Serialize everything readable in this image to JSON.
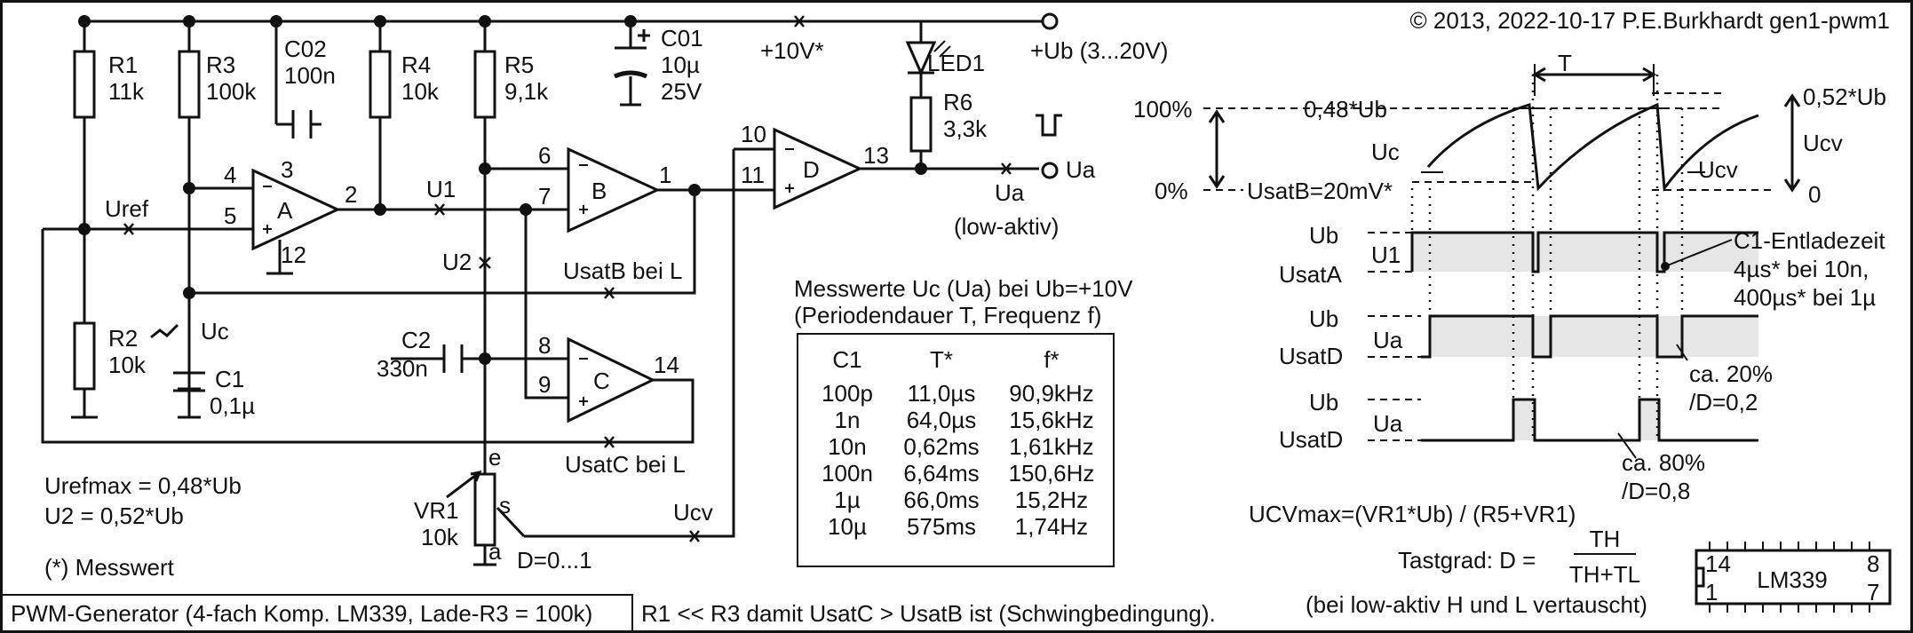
{
  "header": {
    "copyright": "© 2013, 2022-10-17 P.E.Burkhardt gen1-pwm1"
  },
  "components": {
    "r1": [
      "R1",
      "11k"
    ],
    "r2": [
      "R2",
      "10k"
    ],
    "r3": [
      "R3",
      "100k"
    ],
    "r4": [
      "R4",
      "10k"
    ],
    "r5": [
      "R5",
      "9,1k"
    ],
    "r6": [
      "R6",
      "3,3k"
    ],
    "c02": [
      "C02",
      "100n"
    ],
    "c01": [
      "C01",
      "10µ",
      "25V"
    ],
    "c1": [
      "C1",
      "0,1µ"
    ],
    "c2": [
      "C2",
      "330n"
    ],
    "led1": "LED1",
    "vr1": [
      "VR1",
      "10k"
    ]
  },
  "supply": {
    "v10": "+10V*",
    "ub": "+Ub (3...20V)"
  },
  "opamps": {
    "a": "A",
    "b": "B",
    "c": "C",
    "d": "D"
  },
  "pins": [
    "1",
    "2",
    "3",
    "4",
    "5",
    "6",
    "7",
    "8",
    "9",
    "10",
    "11",
    "12",
    "13",
    "14"
  ],
  "nodes": {
    "uref": "Uref",
    "u1": "U1",
    "u2": "U2",
    "uc": "Uc",
    "ua": "Ua",
    "ua_low": "(low-aktiv)",
    "usatb": "UsatB bei L",
    "usatc": "UsatC bei L",
    "ucv": "Ucv",
    "e": "e",
    "s": "s",
    "a": "a",
    "d_range": "D=0...1"
  },
  "notes": {
    "urefmax": "Urefmax = 0,48*Ub",
    "u2": "U2 = 0,52*Ub",
    "messwert": "(*) Messwert",
    "title": "PWM-Generator (4-fach Komp. LM339, Lade-R3 = 100k)",
    "condition": "R1 << R3 damit UsatC > UsatB ist (Schwingbedingung)."
  },
  "table": {
    "title": [
      "Messwerte Uc (Ua) bei Ub=+10V",
      "(Periodendauer T, Frequenz f)"
    ],
    "headers": [
      "C1",
      "T*",
      "f*"
    ],
    "rows": [
      [
        "100p",
        "11,0µs",
        "90,9kHz"
      ],
      [
        "1n",
        "64,0µs",
        "15,6kHz"
      ],
      [
        "10n",
        "0,62ms",
        "1,61kHz"
      ],
      [
        "100n",
        "6,64ms",
        "150,6Hz"
      ],
      [
        "1µ",
        "66,0ms",
        "15,2Hz"
      ],
      [
        "10µ",
        "575ms",
        "1,74Hz"
      ]
    ]
  },
  "timing": {
    "T": "T",
    "p100": "100%",
    "p0": "0%",
    "v048": "0,48*Ub",
    "v052": "0,52*Ub",
    "usatb20": "UsatB=20mV*",
    "uc": "Uc",
    "ucv": "Ucv",
    "ucv2": "Ucv",
    "zero": "0",
    "ub1": "Ub",
    "usata": "UsatA",
    "u1": "U1",
    "ub2": "Ub",
    "usatd1": "UsatD",
    "ua1": "Ua",
    "ub3": "Ub",
    "usatd2": "UsatD",
    "ua2": "Ua",
    "c1_entlade": [
      "C1-Entladezeit",
      "4µs* bei 10n,",
      "400µs* bei 1µ"
    ],
    "ca20": [
      "ca. 20%",
      "/D=0,2"
    ],
    "ca80": [
      "ca. 80%",
      "/D=0,8"
    ],
    "ucvmax": "UCVmax=(VR1*Ub) / (R5+VR1)",
    "tastgrad": "Tastgrad:  D =",
    "th": "TH",
    "thtl": "TH+TL",
    "vertauscht": "(bei low-aktiv H und L vertauscht)"
  },
  "ic": {
    "name": "LM339",
    "p14": "14",
    "p8": "8",
    "p1": "1",
    "p7": "7"
  }
}
